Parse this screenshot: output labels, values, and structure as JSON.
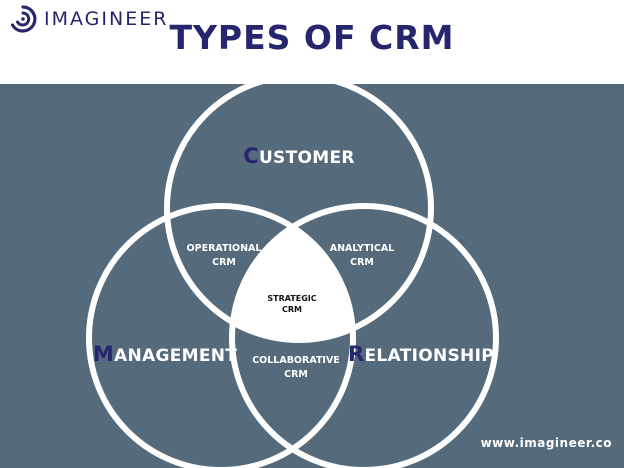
{
  "brand": {
    "name": "IMAGINEER",
    "logo_icon": "imagineer-swirl-icon"
  },
  "title": "TYPES OF CRM",
  "circles": {
    "customer": {
      "first": "C",
      "rest": "USTOMER"
    },
    "management": {
      "first": "M",
      "rest": "ANAGEMENT"
    },
    "relationship": {
      "first": "R",
      "rest": "ELATIONSHIP"
    }
  },
  "overlaps": {
    "operational": {
      "line1": "OPERATIONAL",
      "line2": "CRM"
    },
    "analytical": {
      "line1": "ANALYTICAL",
      "line2": "CRM"
    },
    "collaborative": {
      "line1": "COLLABORATIVE",
      "line2": "CRM"
    },
    "strategic": {
      "line1": "STRATEGIC",
      "line2": "CRM"
    }
  },
  "website": "www.imagineer.co",
  "colors": {
    "panel": "#556b7c",
    "navy": "#26266f",
    "circle_stroke": "#ffffff",
    "center_fill": "#ffffff"
  }
}
